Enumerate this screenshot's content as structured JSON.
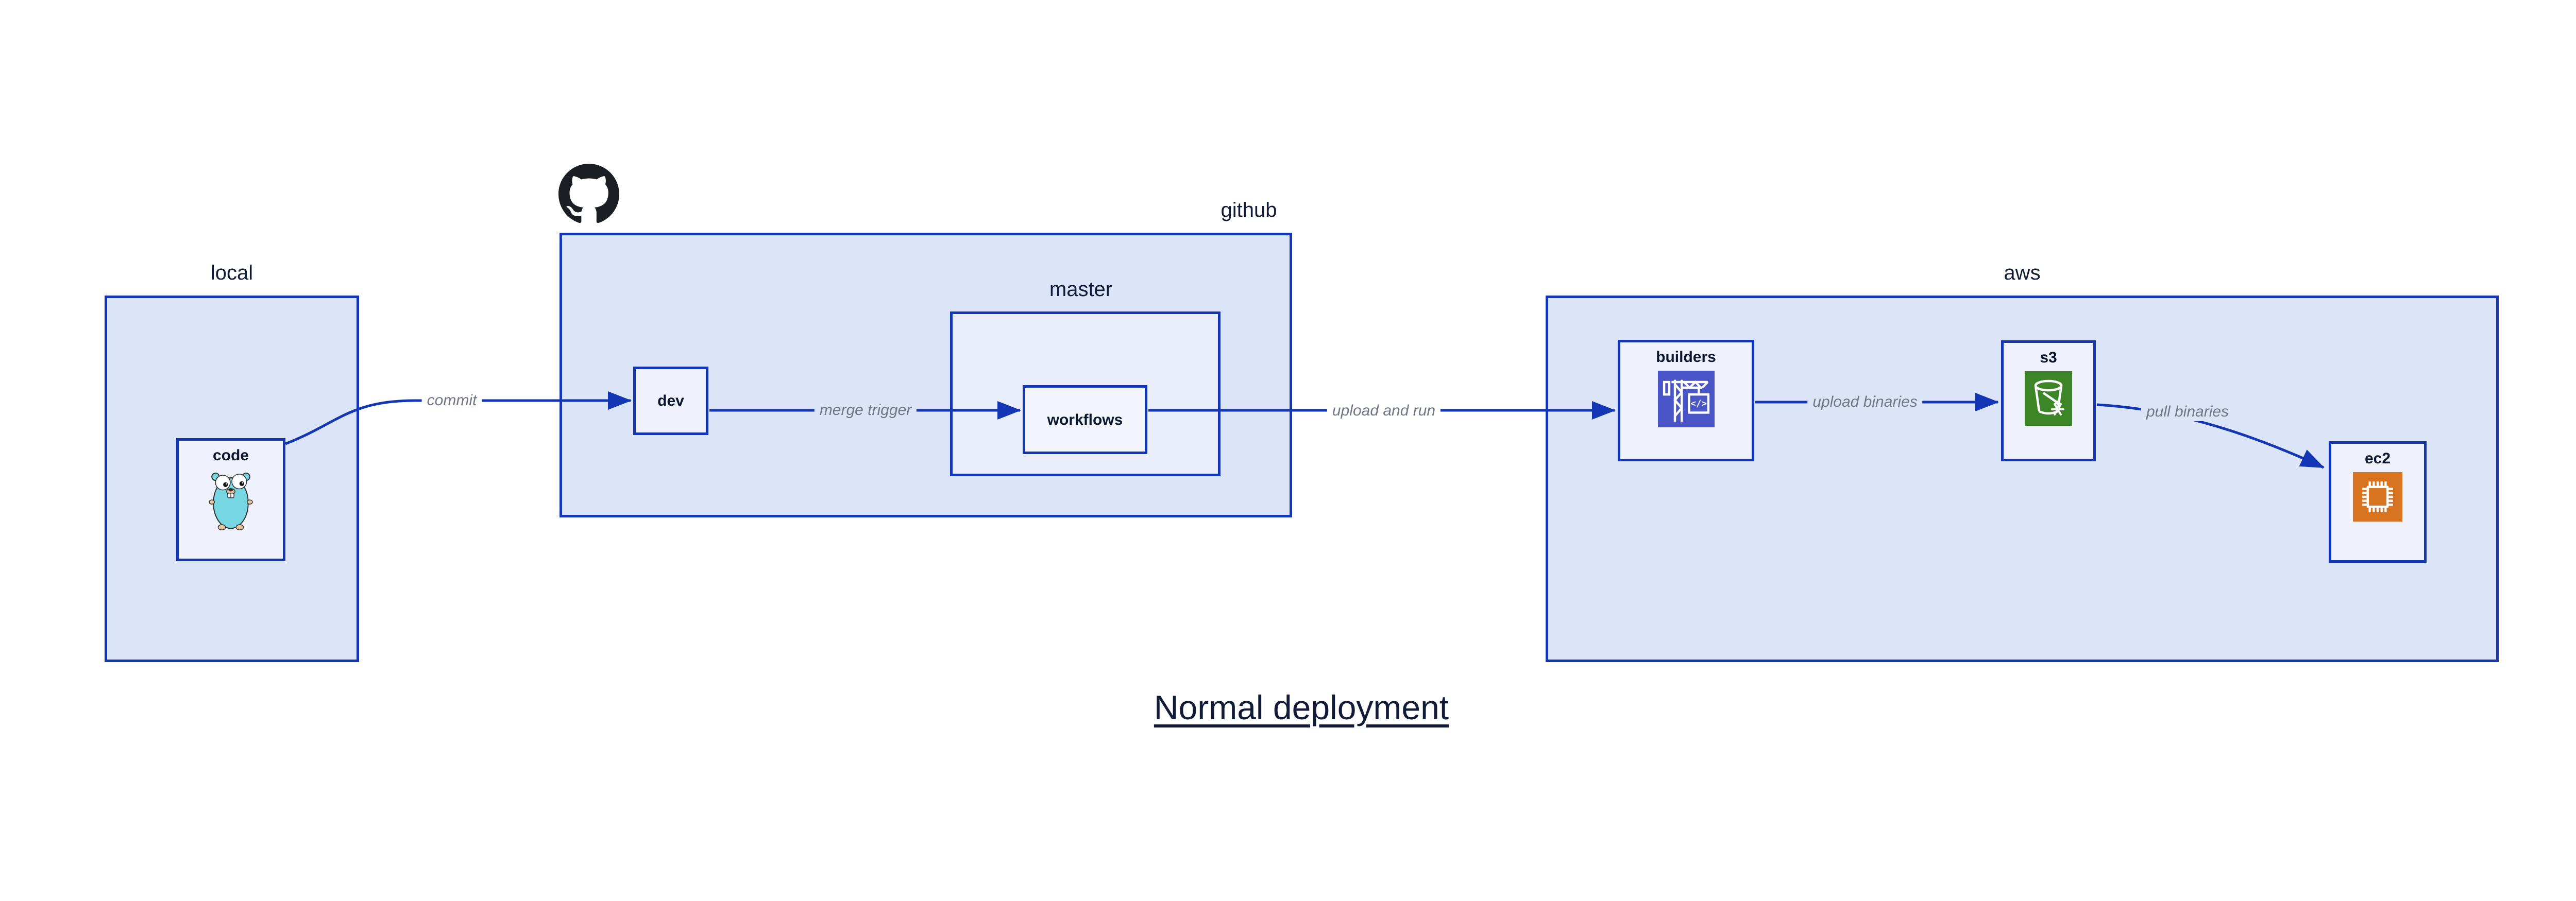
{
  "title": {
    "text": "Normal deployment"
  },
  "groups": {
    "local": {
      "label": "local"
    },
    "github": {
      "label": "github"
    },
    "master": {
      "label": "master"
    },
    "aws": {
      "label": "aws"
    }
  },
  "nodes": {
    "code": {
      "label": "code",
      "icon": "go-gopher-icon"
    },
    "dev": {
      "label": "dev"
    },
    "workflows": {
      "label": "workflows"
    },
    "builders": {
      "label": "builders",
      "icon": "codebuild-crane-icon"
    },
    "s3": {
      "label": "s3",
      "icon": "s3-bucket-snowflake-icon"
    },
    "ec2": {
      "label": "ec2",
      "icon": "ec2-chip-icon"
    }
  },
  "edges": [
    {
      "id": "commit",
      "label": "commit",
      "from": "code",
      "to": "dev"
    },
    {
      "id": "merge-trigger",
      "label": "merge trigger",
      "from": "dev",
      "to": "workflows"
    },
    {
      "id": "upload-and-run",
      "label": "upload and run",
      "from": "workflows",
      "to": "builders"
    },
    {
      "id": "upload-binaries",
      "label": "upload binaries",
      "from": "builders",
      "to": "s3"
    },
    {
      "id": "pull-binaries",
      "label": "pull binaries",
      "from": "s3",
      "to": "ec2"
    }
  ],
  "icons": {
    "logo": "github-octocat-icon"
  },
  "colors": {
    "line_blue": "#1336b5",
    "group_fill": "#dce4f7",
    "master_fill": "#eaeefb",
    "node_fill": "#eff2fc",
    "label_navy": "#121c38",
    "edge_label_gray": "#6f7787",
    "codebuild_indigo": "#4a55c7",
    "s3_green": "#3d8628",
    "ec2_orange": "#d8741f",
    "octocat_black": "#1b1f24",
    "gopher_teal": "#76d7e2"
  }
}
